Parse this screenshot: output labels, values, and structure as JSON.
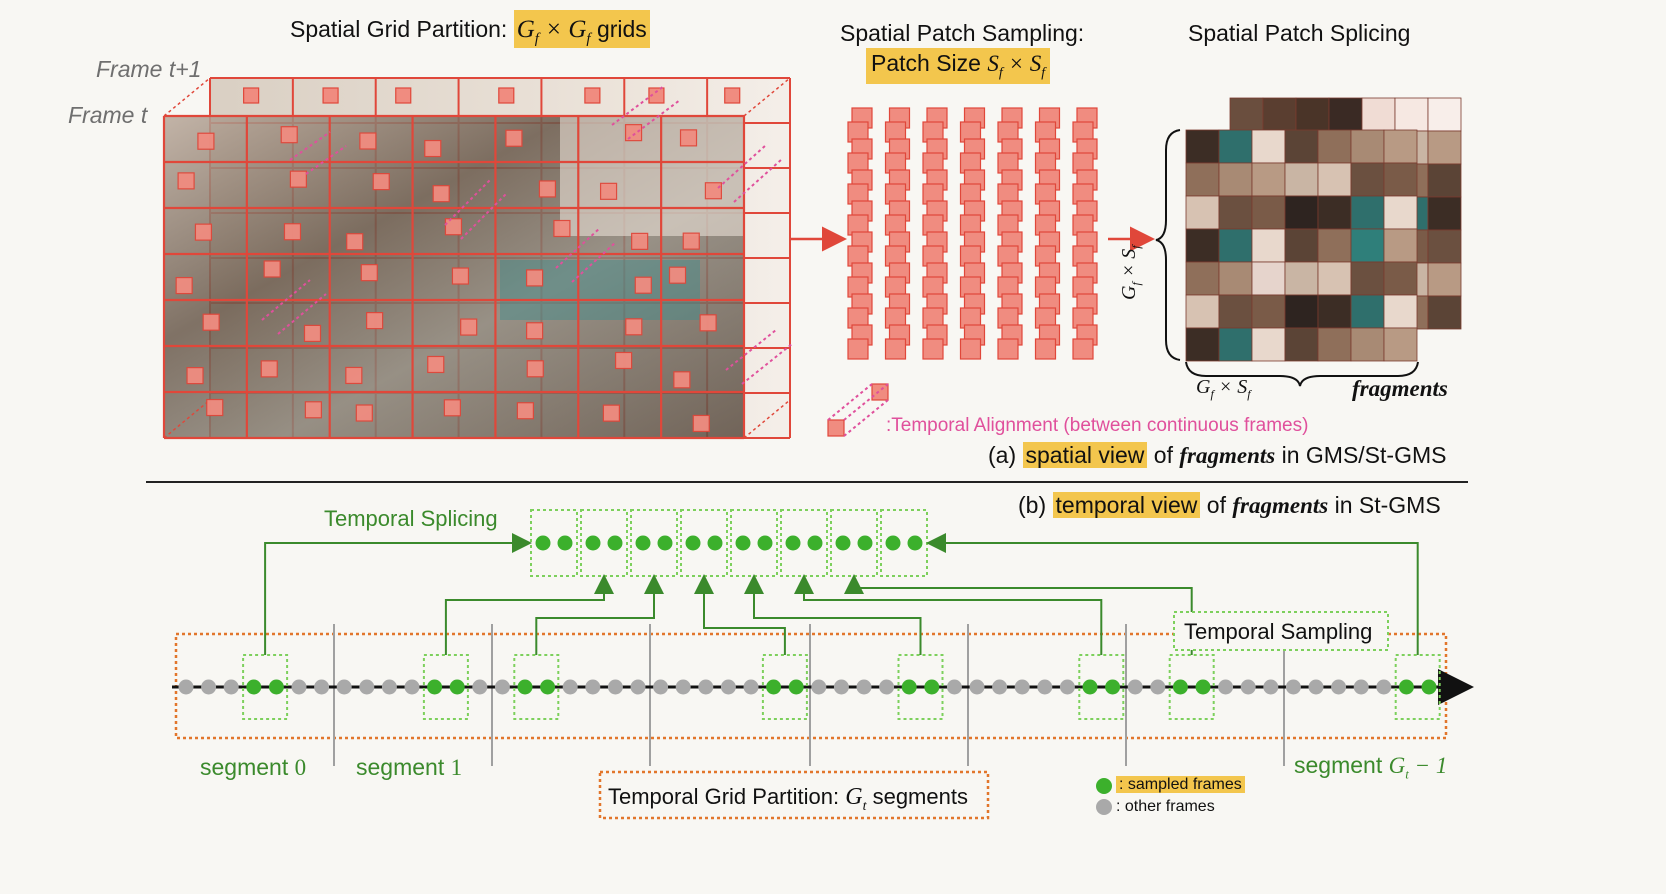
{
  "spatial": {
    "grid_title": "Spatial Grid Partition:",
    "grid_math": "G_f × G_f",
    "grid_suffix": "grids",
    "frame_t1": "Frame t+1",
    "frame_t": "Frame t",
    "sampling_title": "Spatial Patch Sampling:",
    "patch_size_label": "Patch Size",
    "patch_size_math": "S_f × S_f",
    "splicing_title": "Spatial Patch Splicing",
    "dim_vertical": "G_f × S_f",
    "dim_horizontal": "G_f × S_f",
    "fragments_label": "fragments",
    "alignment_label": ":Temporal Alignment (between continuous frames)",
    "caption_prefix": "(a)",
    "caption_highlight": "spatial view",
    "caption_of": "of",
    "caption_fragments": "fragments",
    "caption_suffix": "in GMS/St-GMS"
  },
  "temporal": {
    "caption_prefix": "(b)",
    "caption_highlight": "temporal view",
    "caption_of": "of",
    "caption_fragments": "fragments",
    "caption_suffix": "in St-GMS",
    "splicing_label": "Temporal Splicing",
    "sampling_label": "Temporal Sampling",
    "partition_label": "Temporal Grid Partition:",
    "partition_math": "G_t",
    "partition_suffix": "segments",
    "segment0": "segment",
    "segment0_num": "0",
    "segment1": "segment",
    "segment1_num": "1",
    "segment_last": "segment",
    "segment_last_math": "G_t − 1",
    "legend_sampled": ": sampled frames",
    "legend_other": ": other frames"
  },
  "colors": {
    "grid_red": "#e0473a",
    "patch_fill": "#f08c80",
    "alignment_pink": "#e0509c",
    "highlight": "#f3c64d",
    "green": "#3b8a2c",
    "sampled_dot": "#3cb02c",
    "other_dot": "#a9a9a9",
    "orange_dashed": "#e2762b"
  }
}
